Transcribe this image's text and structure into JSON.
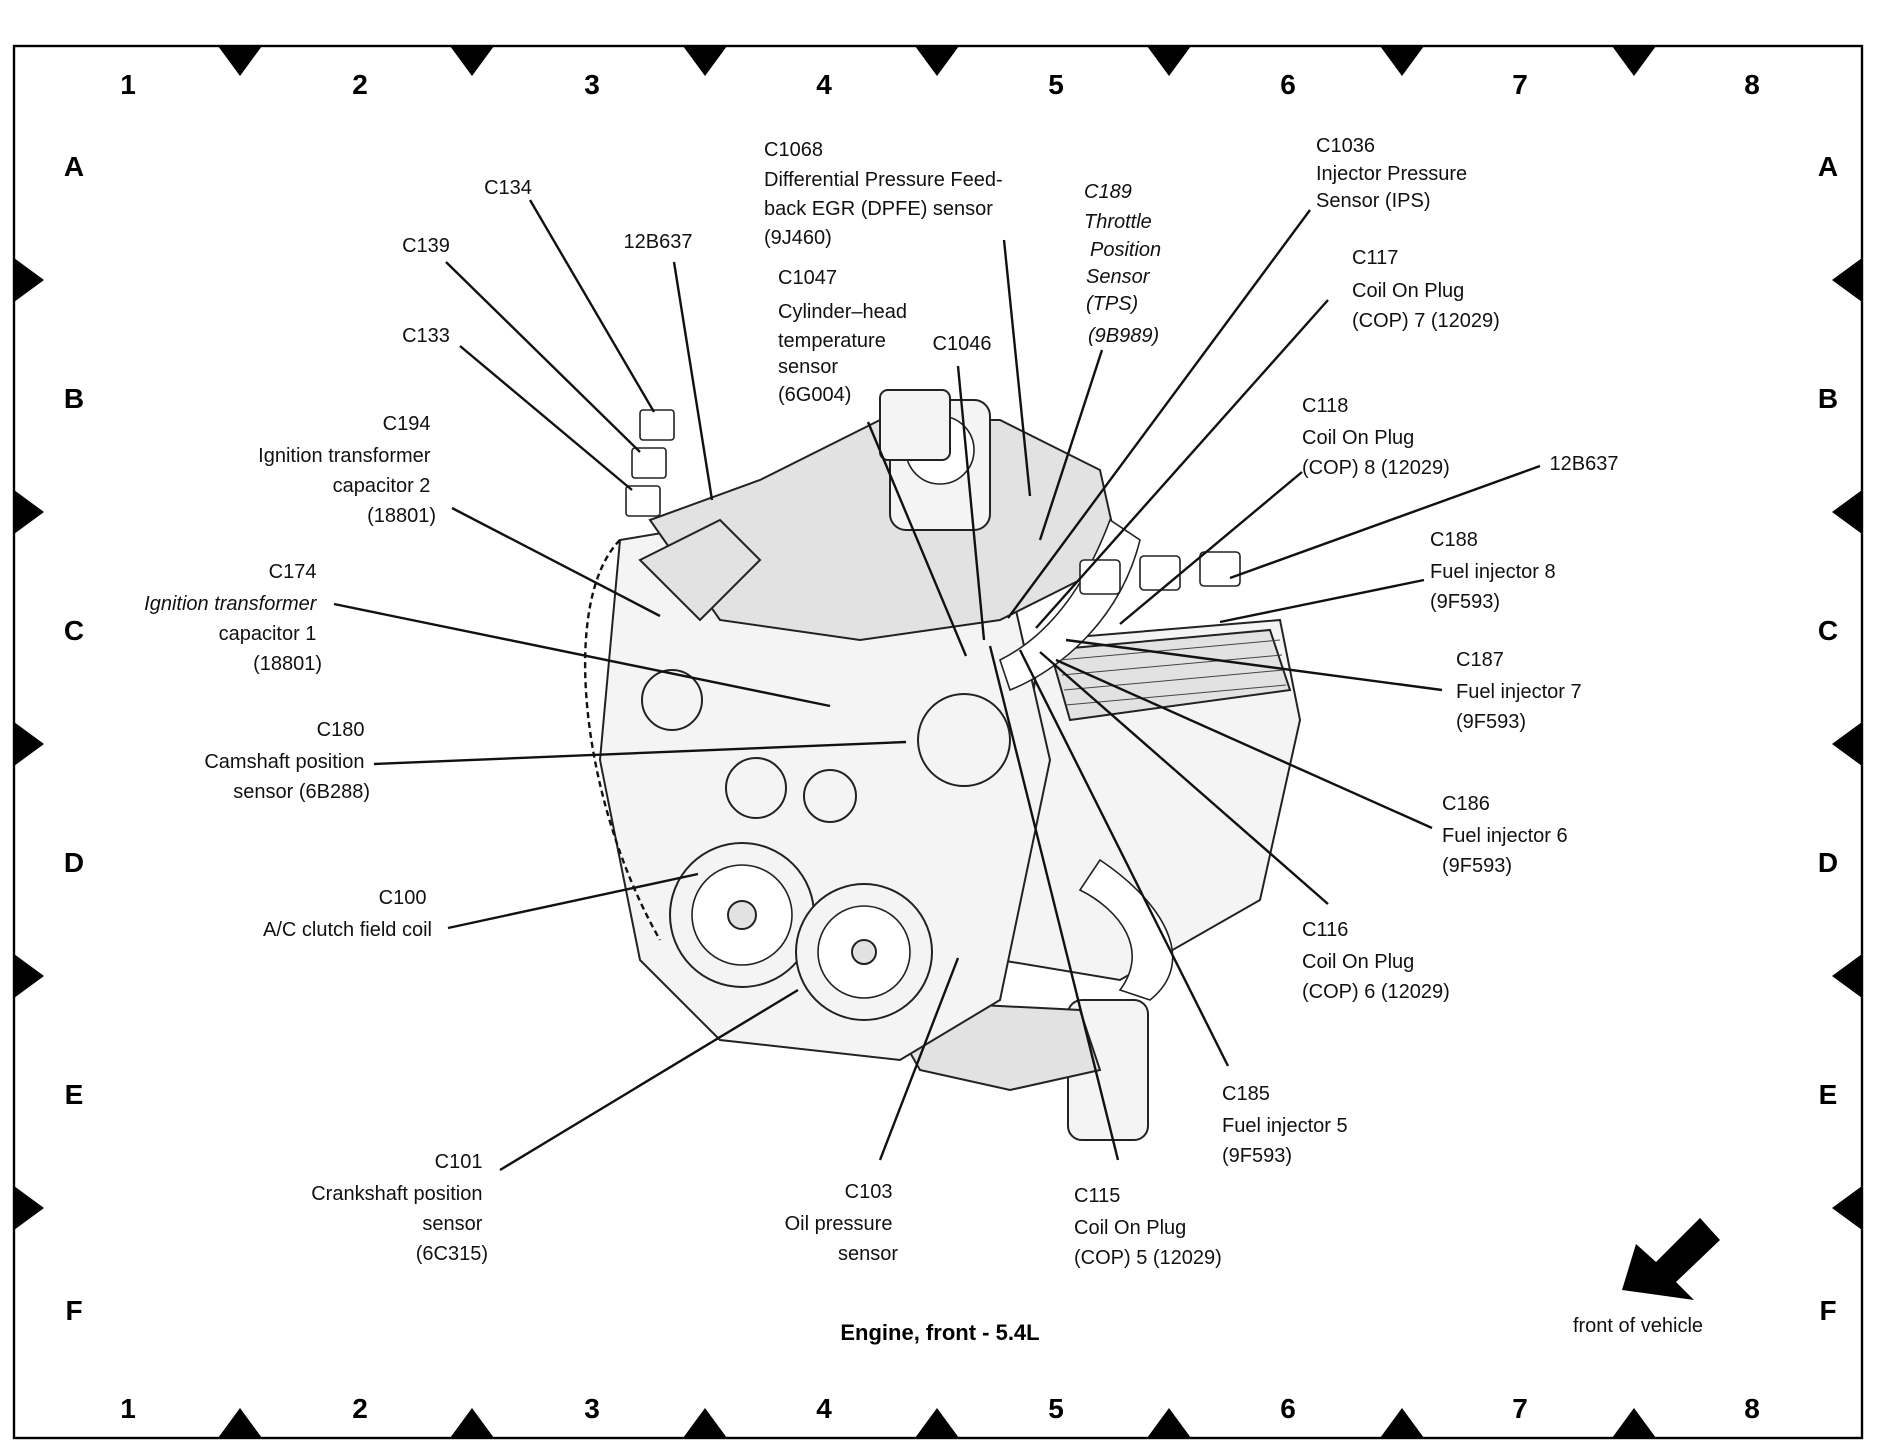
{
  "caption": "Engine, front - 5.4L",
  "front_of_vehicle": "front of vehicle",
  "grid": {
    "columns": [
      "1",
      "2",
      "3",
      "4",
      "5",
      "6",
      "7",
      "8"
    ],
    "rows": [
      "A",
      "B",
      "C",
      "D",
      "E",
      "F"
    ]
  },
  "callouts": [
    {
      "id": "c134",
      "lines": [
        "C134"
      ]
    },
    {
      "id": "c139",
      "lines": [
        "C139"
      ]
    },
    {
      "id": "12b637-left",
      "lines": [
        "12B637"
      ]
    },
    {
      "id": "c133",
      "lines": [
        "C133"
      ]
    },
    {
      "id": "c1068",
      "lines": [
        "C1068",
        "Differential Pressure Feed-",
        "back EGR (DPFE) sensor",
        "(9J460)"
      ]
    },
    {
      "id": "c1047",
      "lines": [
        "C1047",
        "Cylinder–head",
        "temperature",
        "sensor",
        "(6G004)"
      ]
    },
    {
      "id": "c1046",
      "lines": [
        "C1046"
      ]
    },
    {
      "id": "c189",
      "lines": [
        "C189",
        "Throttle",
        "Position",
        "Sensor",
        "(TPS)",
        "(9B989)"
      ]
    },
    {
      "id": "c1036",
      "lines": [
        "C1036",
        "Injector Pressure",
        "Sensor (IPS)"
      ]
    },
    {
      "id": "c117",
      "lines": [
        "C117",
        "Coil On Plug",
        "(COP) 7 (12029)"
      ]
    },
    {
      "id": "c118",
      "lines": [
        "C118",
        "Coil On Plug",
        "(COP) 8 (12029)"
      ]
    },
    {
      "id": "12b637-right",
      "lines": [
        "12B637"
      ]
    },
    {
      "id": "c188",
      "lines": [
        "C188",
        "Fuel injector 8",
        "(9F593)"
      ]
    },
    {
      "id": "c187",
      "lines": [
        "C187",
        "Fuel injector 7",
        "(9F593)"
      ]
    },
    {
      "id": "c186",
      "lines": [
        "C186",
        "Fuel injector 6",
        "(9F593)"
      ]
    },
    {
      "id": "c116",
      "lines": [
        "C116",
        "Coil On Plug",
        "(COP) 6 (12029)"
      ]
    },
    {
      "id": "c185",
      "lines": [
        "C185",
        "Fuel injector 5",
        "(9F593)"
      ]
    },
    {
      "id": "c115",
      "lines": [
        "C115",
        "Coil On Plug",
        "(COP) 5 (12029)"
      ]
    },
    {
      "id": "c103",
      "lines": [
        "C103",
        "Oil pressure",
        "sensor"
      ]
    },
    {
      "id": "c101",
      "lines": [
        "C101",
        "Crankshaft position",
        "sensor",
        "(6C315)"
      ]
    },
    {
      "id": "c100",
      "lines": [
        "C100",
        "A/C clutch field coil"
      ]
    },
    {
      "id": "c180",
      "lines": [
        "C180",
        "Camshaft position",
        "sensor (6B288)"
      ]
    },
    {
      "id": "c174",
      "lines": [
        "C174",
        "Ignition transformer",
        "capacitor 1",
        "(18801)"
      ]
    },
    {
      "id": "c194",
      "lines": [
        "C194",
        "Ignition transformer",
        "capacitor 2",
        "(18801)"
      ]
    }
  ]
}
